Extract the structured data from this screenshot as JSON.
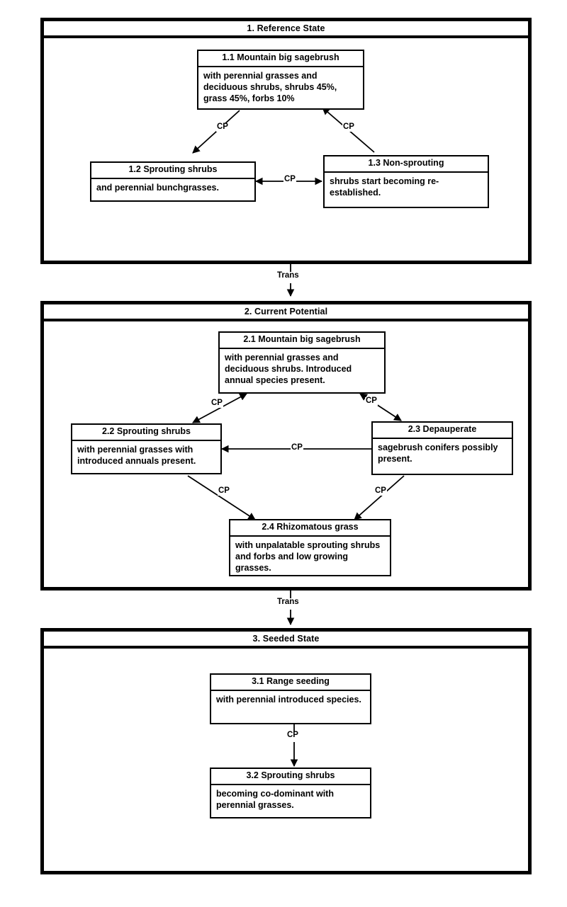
{
  "diagram": {
    "title_visible": false,
    "states": [
      {
        "id": "state-1",
        "header": "1. Reference State",
        "phases": [
          {
            "id": "phase-1-1",
            "title": "1.1 Mountain big sagebrush",
            "description": "with perennial grasses and deciduous shrubs, shrubs 45%, grass 45%, forbs 10%"
          },
          {
            "id": "phase-1-2",
            "title": "1.2 Sprouting shrubs",
            "description": "and perennial bunchgrasses."
          },
          {
            "id": "phase-1-3",
            "title": "1.3 Non-sprouting",
            "description": "shrubs start becoming re-established."
          }
        ],
        "connectors": [
          {
            "id": "cp-1-1-to-1-2",
            "label": "CP"
          },
          {
            "id": "cp-1-1-to-1-3",
            "label": "CP"
          },
          {
            "id": "cp-1-2-to-1-3",
            "label": "CP"
          }
        ]
      },
      {
        "id": "state-2",
        "header": "2. Current Potential",
        "phases": [
          {
            "id": "phase-2-1",
            "title": "2.1 Mountain big sagebrush",
            "description": "with perennial grasses and deciduous shrubs. Introduced annual species present."
          },
          {
            "id": "phase-2-2",
            "title": "2.2 Sprouting shrubs",
            "description": "with perennial grasses with introduced annuals present."
          },
          {
            "id": "phase-2-3",
            "title": "2.3 Depauperate",
            "description": "sagebrush conifers possibly present."
          },
          {
            "id": "phase-2-4",
            "title": "2.4 Rhizomatous grass",
            "description": "with unpalatable sprouting shrubs and forbs and low growing grasses."
          }
        ],
        "connectors": [
          {
            "id": "cp-2-1-to-2-2",
            "label": "CP"
          },
          {
            "id": "cp-2-1-to-2-3",
            "label": "CP"
          },
          {
            "id": "cp-2-3-to-2-2",
            "label": "CP"
          },
          {
            "id": "cp-2-2-to-2-4",
            "label": "CP"
          },
          {
            "id": "cp-2-3-to-2-4",
            "label": "CP"
          }
        ]
      },
      {
        "id": "state-3",
        "header": "3. Seeded State",
        "phases": [
          {
            "id": "phase-3-1",
            "title": "3.1 Range seeding",
            "description": "with perennial introduced species."
          },
          {
            "id": "phase-3-2",
            "title": "3.2 Sprouting shrubs",
            "description": "becoming co-dominant with perennial grasses."
          }
        ],
        "connectors": [
          {
            "id": "cp-3-1-to-3-2",
            "label": "CP"
          }
        ]
      }
    ],
    "transitions": [
      {
        "id": "trans-1-to-2",
        "label": "Trans"
      },
      {
        "id": "trans-2-to-3",
        "label": "Trans"
      }
    ],
    "colors": {
      "line": "#000000",
      "background": "#ffffff",
      "text": "#000000"
    }
  }
}
